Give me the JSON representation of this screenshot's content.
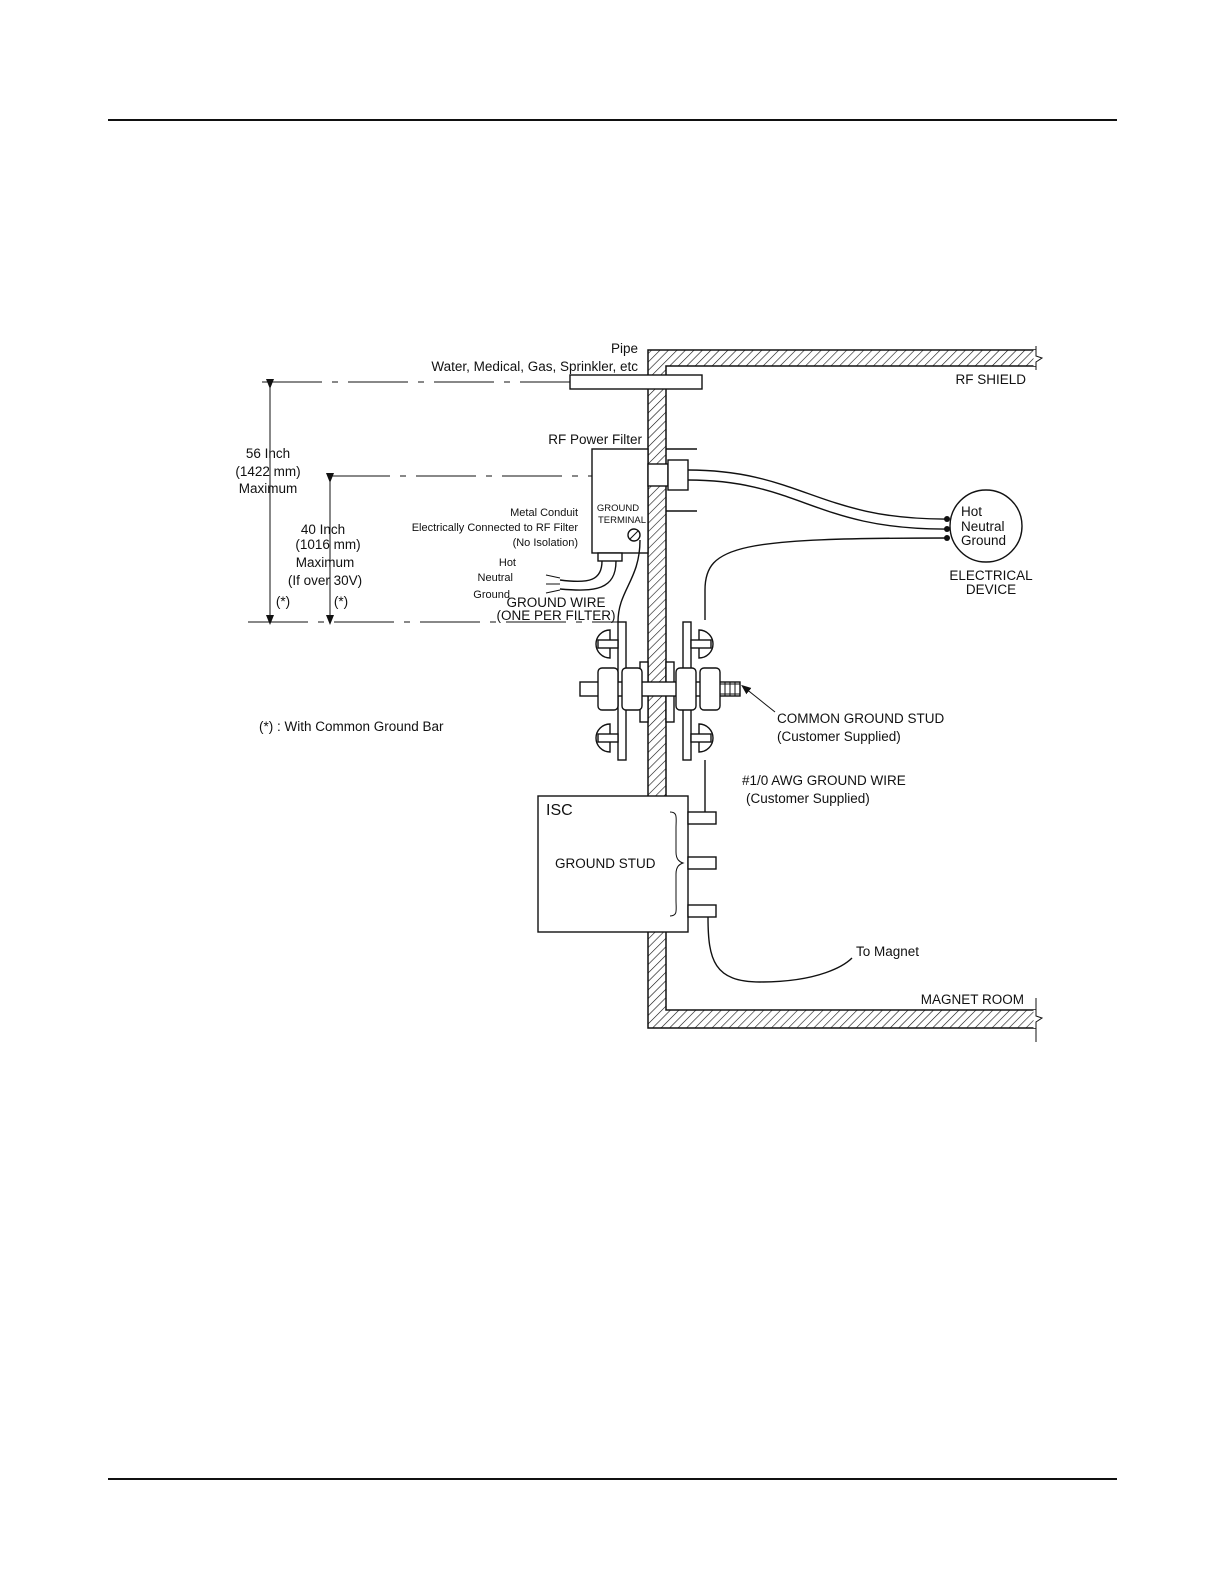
{
  "labels": {
    "pipe": "Pipe",
    "pipe_types": "Water, Medical, Gas, Sprinkler, etc",
    "rf_shield": "RF SHIELD",
    "rf_power_filter": "RF Power Filter",
    "dim56_1": "56 Inch",
    "dim56_2": "(1422 mm)",
    "dim56_3": "Maximum",
    "dim40_1": "40 Inch",
    "dim40_2": "(1016 mm)",
    "dim40_3": "Maximum",
    "dim40_4": "(If over 30V)",
    "asterisk": "(*)",
    "metal_conduit_1": "Metal Conduit",
    "metal_conduit_2": "Electrically Connected to RF Filter",
    "metal_conduit_3": "(No Isolation)",
    "ground_terminal_1": "GROUND",
    "ground_terminal_2": "TERMINAL",
    "hot": "Hot",
    "neutral": "Neutral",
    "ground": "Ground",
    "ground_wire_1": "GROUND WIRE",
    "ground_wire_2": "(ONE PER FILTER)",
    "device_hot": "Hot",
    "device_neutral": "Neutral",
    "device_ground": "Ground",
    "electrical_device_1": "ELECTRICAL",
    "electrical_device_2": "DEVICE",
    "common_ground_note": "(*) : With Common Ground Bar",
    "common_ground_stud_1": "COMMON GROUND STUD",
    "common_ground_stud_2": "(Customer Supplied)",
    "awg_wire_1": "#1/0 AWG GROUND WIRE",
    "awg_wire_2": "(Customer Supplied)",
    "isc": "ISC",
    "ground_stud": "GROUND STUD",
    "to_magnet": "To Magnet",
    "magnet_room": "MAGNET ROOM"
  }
}
